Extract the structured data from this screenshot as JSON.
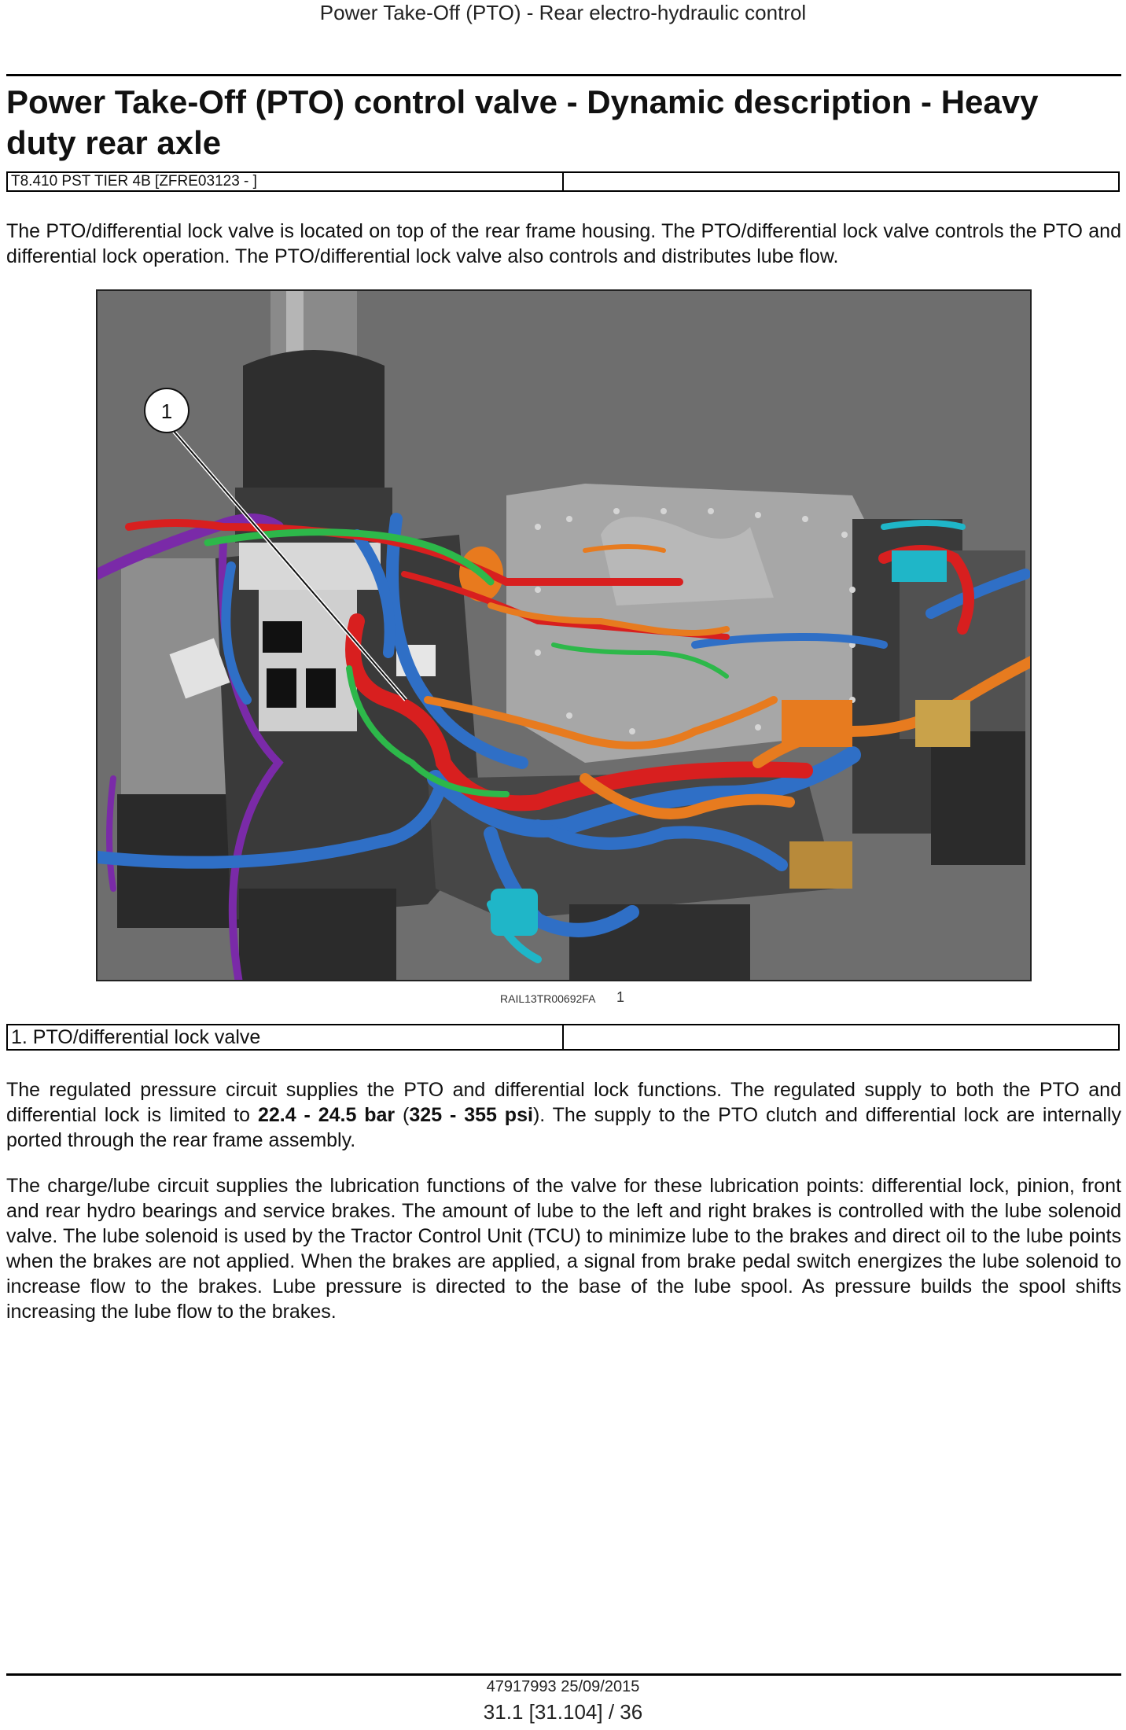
{
  "header": {
    "running_title": "Power Take-Off (PTO) - Rear electro-hydraulic control"
  },
  "section": {
    "title": "Power Take-Off (PTO) control valve - Dynamic description - Heavy duty rear axle",
    "applicability": [
      "T8.410 PST TIER 4B [ZFRE03123 - ]",
      ""
    ]
  },
  "intro": "The PTO/differential lock valve is located on top of the rear frame housing. The PTO/differential lock valve controls the PTO and differential lock operation. The PTO/differential lock valve also controls and distributes lube flow.",
  "figure": {
    "callout": "1",
    "reference": "RAIL13TR00692FA",
    "number": "1"
  },
  "legend": [
    "1. PTO/differential lock valve",
    ""
  ],
  "paragraph2": {
    "part1": "The regulated pressure circuit supplies the PTO and differential lock functions. The regulated supply to both the PTO and differential lock is limited to ",
    "bar_value": "22.4 - 24.5 bar",
    "part2": " (",
    "psi_value": "325 - 355 psi",
    "part3": "). The supply to the PTO clutch and differential lock are internally ported through the rear frame assembly."
  },
  "paragraph3": "The charge/lube circuit supplies the lubrication functions of the valve for these lubrication points: differential lock, pinion, front and rear hydro bearings and service brakes. The amount of lube to the left and right brakes is controlled with the lube solenoid valve. The lube solenoid is used by the Tractor Control Unit (TCU) to minimize lube to the brakes and direct oil to the lube points when the brakes are not applied. When the brakes are applied, a signal from brake pedal switch energizes the lube solenoid to increase flow to the brakes. Lube pressure is directed to the base of the lube spool. As pressure builds the spool shifts increasing the lube flow to the brakes.",
  "footer": {
    "doc_number": "47917993 25/09/2015",
    "page": "31.1 [31.104] / 36"
  },
  "colors": {
    "hose_blue": "#2f6fc6",
    "hose_red": "#d81f1f",
    "hose_green": "#2db84a",
    "hose_orange": "#e77b1f",
    "hose_purple": "#7a2aa8",
    "hose_cyan": "#1fb6c8",
    "housing_dark": "#2c2c2c",
    "plate_grey": "#a9a9a9",
    "background_grey": "#6c6c6c"
  }
}
